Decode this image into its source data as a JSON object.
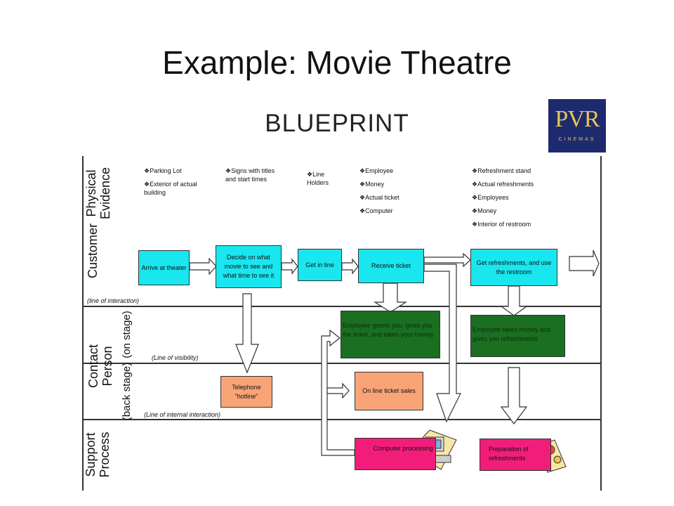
{
  "title": "Example: Movie Theatre",
  "subtitle": "BLUEPRINT",
  "logo": {
    "main": "PVR",
    "sub": "CINEMAS",
    "bg_color": "#1d2b6e",
    "text_color": "#e8c25a"
  },
  "lanes": {
    "physical_evidence": "Physical Evidence",
    "customer": "Customer",
    "contact_person": "Contact Person",
    "on_stage": "(on stage)",
    "back_stage": "(back stage)",
    "support_process": "Support Process"
  },
  "lines": {
    "interaction": "(line of interaction)",
    "visibility": "(Line of visibility)",
    "internal": "(Line of internal interaction)"
  },
  "evidence": {
    "col1": [
      "❖Parking Lot",
      "❖Exterior of actual building"
    ],
    "col2": [
      "❖Signs with titles and start times"
    ],
    "col3": [
      "❖Line Holders"
    ],
    "col4": [
      "❖Employee",
      "❖Money",
      "❖Actual ticket",
      "❖Computer"
    ],
    "col5": [
      "❖Refreshment stand",
      "❖Actual refreshments",
      "❖Employees",
      "❖Money",
      "❖Interior of restroom"
    ]
  },
  "customer_steps": {
    "arrive": "Arrive at theater",
    "decide": "Decide on what movie to see and what time to see it",
    "get_in_line": "Get in line",
    "receive_ticket": "Receive ticket",
    "refreshments": "Get refreshments, and use the restroom"
  },
  "onstage": {
    "greet": "Employee greets you, gives you the ticket, and takes your money",
    "takes_money": "Employee takes money and gives you refreshments"
  },
  "backstage": {
    "hotline": "Telephone \"hotline\"",
    "online": "On line ticket sales"
  },
  "support": {
    "computer": "Computer processing",
    "prep": "Preparation of refreshments"
  },
  "colors": {
    "cyan": "#19e6ef",
    "green": "#1a6f21",
    "orange": "#f9a477",
    "pink": "#f21d7b"
  }
}
